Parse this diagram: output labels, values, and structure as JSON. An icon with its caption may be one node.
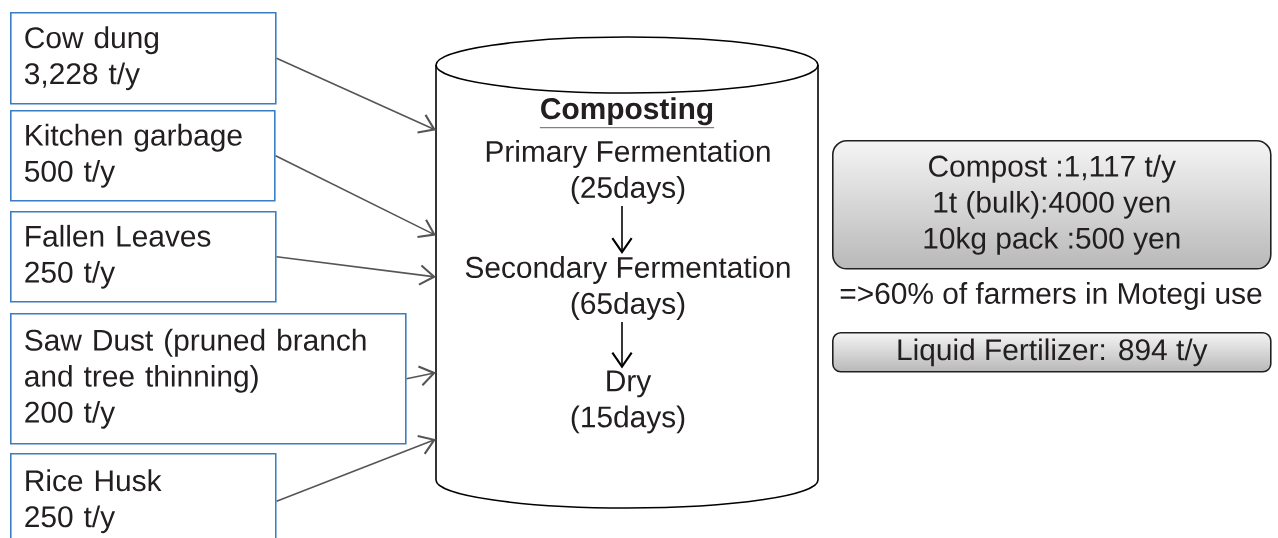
{
  "diagram": {
    "nodes": [
      {
        "text": [
          "Cow dung",
          "3,228 t/y"
        ]
      },
      {
        "text": [
          "Kitchen garbage",
          "500 t/y"
        ]
      },
      {
        "text": [
          "Fallen Leaves",
          "250 t/y"
        ]
      },
      {
        "text": [
          "Saw Dust (pruned branch and tree thinning)",
          "200 t/y"
        ]
      },
      {
        "text": [
          "Rice Husk",
          "250 t/y"
        ]
      },
      {
        "text": [
          "Composting"
        ]
      },
      {
        "text": [
          "Primary Fermentation",
          "(25days)"
        ],
        "in": 5
      },
      {
        "text": [
          "Secondary Fermentation",
          "(65days)"
        ],
        "in": 5
      },
      {
        "text": [
          "Dry",
          "(15days)"
        ],
        "in": 5
      },
      {
        "text": [
          "Compost :1,117 t/y",
          "1t (bulk):4000 yen",
          "10kg pack :500 yen"
        ]
      },
      {
        "text": [
          "Liquid Fertilizer: 894 t/y"
        ]
      }
    ],
    "edges": [
      {
        "from": 0,
        "to": 5,
        "arrow": "to"
      },
      {
        "from": 1,
        "to": 5,
        "arrow": "to"
      },
      {
        "from": 2,
        "to": 5,
        "arrow": "to"
      },
      {
        "from": 3,
        "to": 5,
        "arrow": "to"
      },
      {
        "from": 4,
        "to": 5,
        "arrow": "to"
      },
      {
        "from": 6,
        "to": 7,
        "arrow": "to",
        "color": "#000000"
      },
      {
        "from": 7,
        "to": 8,
        "arrow": "to",
        "color": "#000000"
      }
    ],
    "labels": [
      "=>60% of farmers in Motegi use"
    ]
  }
}
